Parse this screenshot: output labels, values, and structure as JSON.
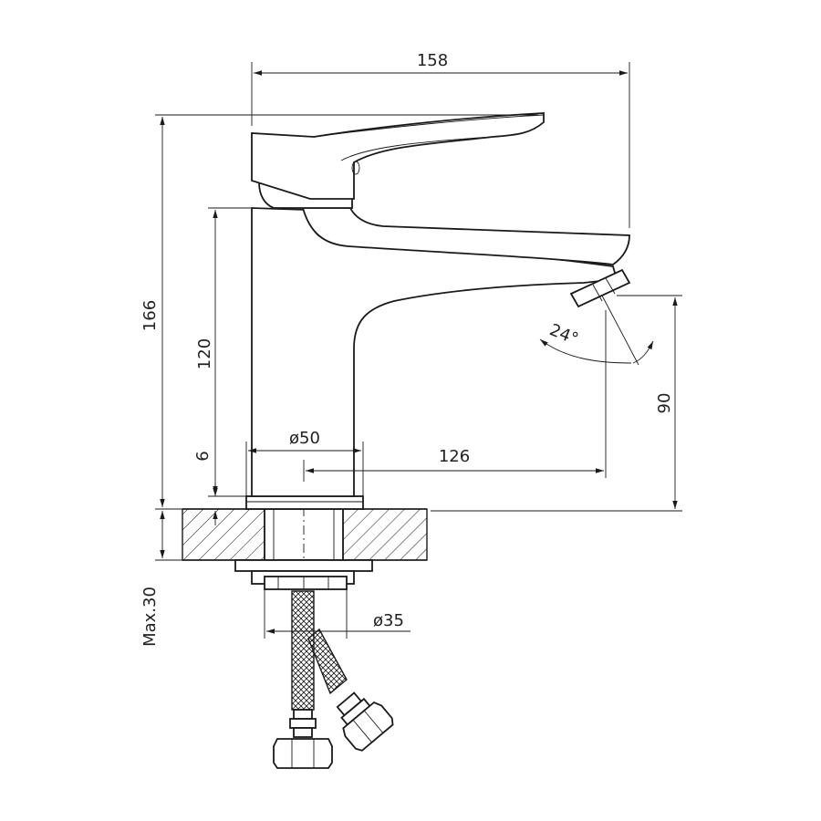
{
  "dimensions": {
    "total_width": "158",
    "total_height": "166",
    "body_height": "120",
    "base_height": "6",
    "spout_height": "90",
    "base_diameter": "ø50",
    "spout_reach": "126",
    "aerator_angle": "24°",
    "hose_diameter": "ø35",
    "max_counter_thickness": "Max.30"
  },
  "colors": {
    "line": "#1a1a1a",
    "background": "#ffffff"
  }
}
